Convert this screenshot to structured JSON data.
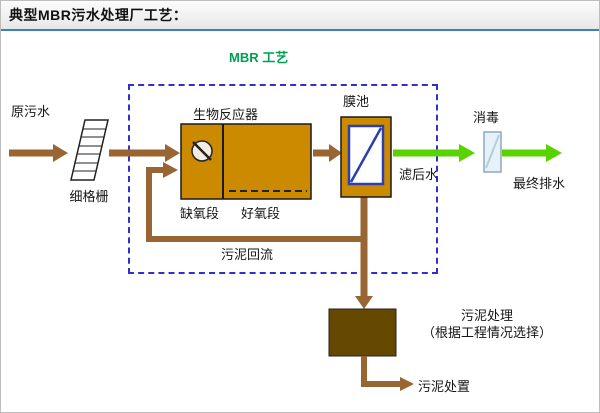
{
  "header": {
    "title": "典型MBR污水处理厂工艺："
  },
  "diagram": {
    "mbr_box_label": "MBR 工艺",
    "raw_water": "原污水",
    "fine_screen": "细格栅",
    "bioreactor": "生物反应器",
    "anoxic": "缺氧段",
    "aerobic": "好氧段",
    "membrane_tank": "膜池",
    "filtered_water": "滤后水",
    "disinfection": "消毒",
    "final_discharge": "最终排水",
    "sludge_return": "污泥回流",
    "sludge_treatment": "污泥处理",
    "sludge_treatment_note": "（根据工程情况选择）",
    "sludge_disposal": "污泥处置"
  },
  "colors": {
    "flow_brown": "#996633",
    "tank_gold": "#CC8A00",
    "sludge_dark": "#664900",
    "treated_green": "#58D300",
    "boundary_blue": "#3030CF",
    "mbr_label_green": "#00A053",
    "header_accent": "#3E7FC1",
    "membrane_blue": "#2B3FAE"
  }
}
